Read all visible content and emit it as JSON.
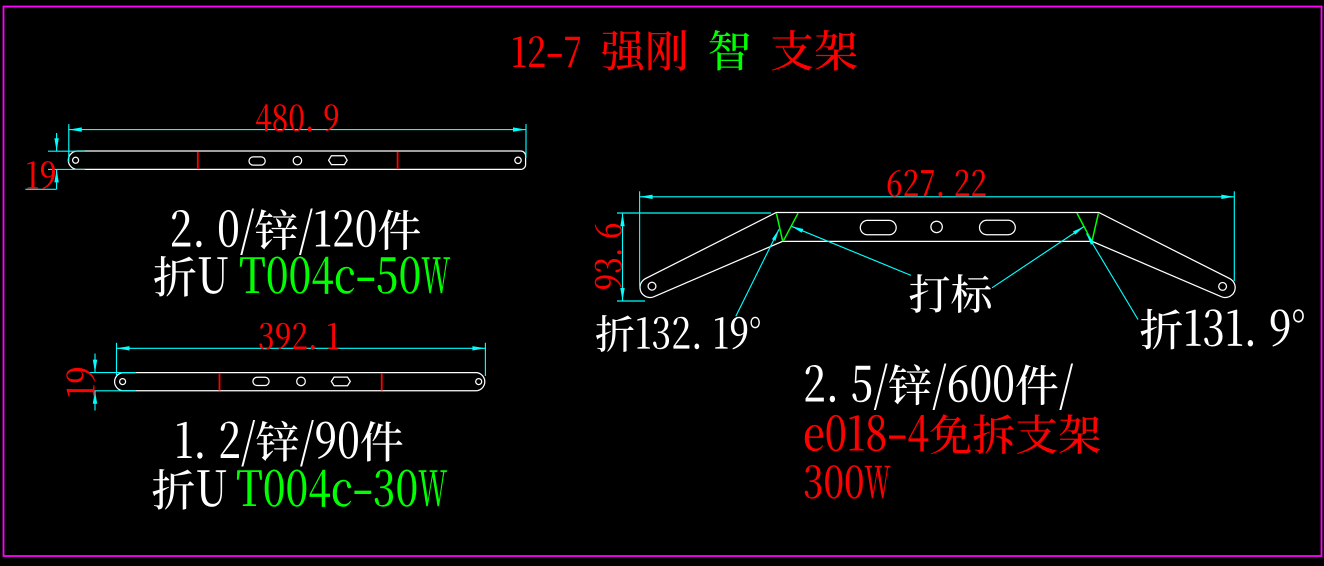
{
  "colors": {
    "background": "#000000",
    "frame": "#ff00ff",
    "geometry": "#ffffff",
    "dimension": "#00ffff",
    "dimension_text": "#ff0000",
    "bend_mark": "#ff0000",
    "bend_zone": "#00ff00",
    "label": "#ffffff",
    "code": "#00ff00",
    "highlight": "#ff0000"
  },
  "title": {
    "text": "12-7 强刚 智 支架",
    "segments": [
      {
        "text": "12-7 强刚 ",
        "color": "#ff0000"
      },
      {
        "text": "智",
        "color": "#00ff00"
      },
      {
        "text": " 支架",
        "color": "#ff0000"
      }
    ]
  },
  "views": {
    "top_bracket": {
      "length": "480.9",
      "thickness": "19",
      "spec": "2.0/锌/120件",
      "process": "折U",
      "code": "T004c-50W"
    },
    "bottom_bracket": {
      "length": "392.1",
      "thickness": "19",
      "spec": "1.2/锌/90件",
      "process": "折U",
      "code": "T004c-30W"
    },
    "bent_bracket": {
      "length": "627.22",
      "height": "93.6",
      "mark_label": "打标",
      "left_bend": "折132.19°",
      "right_bend": "折131.9°",
      "spec": "2.5/锌/600件/",
      "model": "e018-4免拆支架",
      "power": "300W"
    }
  }
}
